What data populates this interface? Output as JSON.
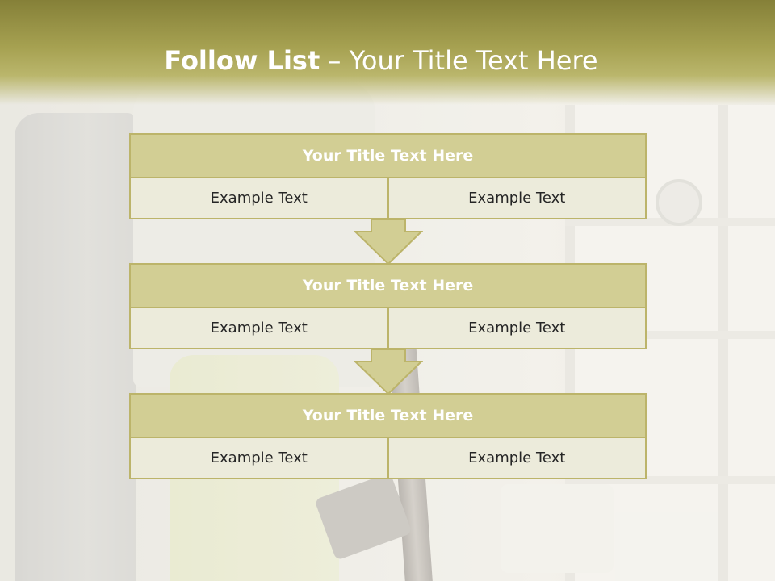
{
  "slide": {
    "title_bold": "Follow List",
    "title_rest": " – Your Title Text Here"
  },
  "blocks": [
    {
      "title": "Your Title Text Here",
      "left": "Example Text",
      "right": "Example Text"
    },
    {
      "title": "Your Title Text Here",
      "left": "Example Text",
      "right": "Example Text"
    },
    {
      "title": "Your Title Text Here",
      "left": "Example Text",
      "right": "Example Text"
    }
  ],
  "colors": {
    "header_olive": "#a6a151",
    "box_title_fill": "#d2ce94",
    "box_body_fill": "#ecebdb",
    "border": "#bcb46a",
    "arrow_fill": "#d2ce94"
  }
}
